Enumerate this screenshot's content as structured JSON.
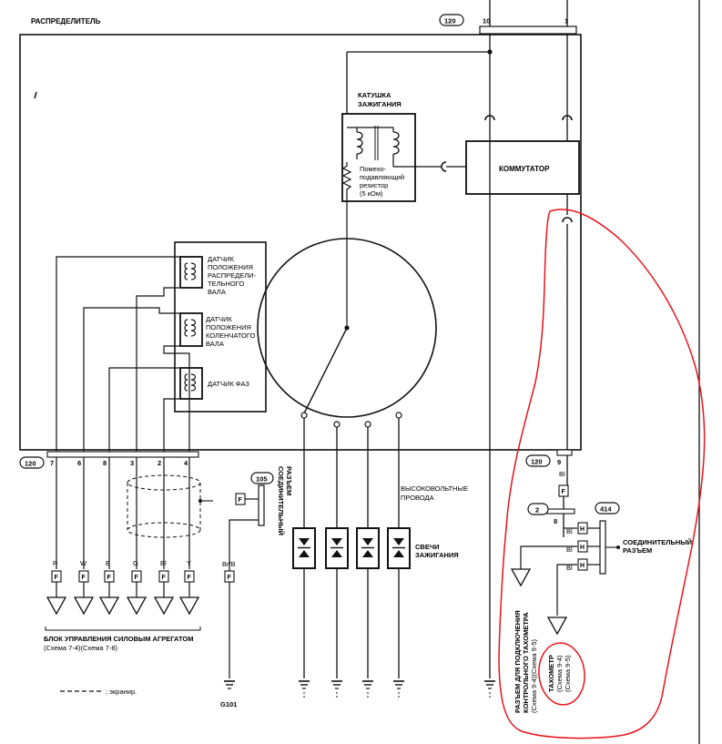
{
  "diagram": {
    "distributor_title": "РАСПРЕДЕЛИТЕЛЬ",
    "ignition_coil": {
      "line1": "КАТУШКА",
      "line2": "ЗАЖИГАНИЯ"
    },
    "resistor": {
      "line1": "Помехо-",
      "line2": "подавляющий",
      "line3": "резистор",
      "line4": "(5 кОм)"
    },
    "commutator": "КОММУТАТОР",
    "camshaft_sensor": {
      "line1": "ДАТЧИК",
      "line2": "ПОЛОЖЕНИЯ",
      "line3": "РАСПРЕДЕЛИ-",
      "line4": "ТЕЛЬНОГО",
      "line5": "ВАЛА"
    },
    "crankshaft_sensor": {
      "line1": "ДАТЧИК",
      "line2": "ПОЛОЖЕНИЯ",
      "line3": "КОЛЕНЧАТОГО",
      "line4": "ВАЛА"
    },
    "phase_sensor": "ДАТЧИК ФАЗ",
    "connector_120_top": {
      "id": "120",
      "pins": [
        "10",
        "1"
      ]
    },
    "connector_120_left": {
      "id": "120",
      "pins": [
        "7",
        "6",
        "8",
        "3",
        "2",
        "4"
      ]
    },
    "connector_120_right": {
      "id": "120",
      "pin": "9"
    },
    "connector_105": "105",
    "connector_2": "2",
    "connector_414": "414",
    "pin_8": "8",
    "joint_connector_label": {
      "line1": "СОЕДИНИТЕЛЬНЫЙ",
      "line2": "РАЗЪЕМ"
    },
    "hv_wires": {
      "line1": "ВЫСОКОВОЛЬТНЫЕ",
      "line2": "ПРОВОДА"
    },
    "spark_plugs": {
      "line1": "СВЕЧИ",
      "line2": "ЗАЖИГАНИЯ"
    },
    "wire_colors_left": [
      "R",
      "W",
      "B",
      "G",
      "Bl",
      "Y"
    ],
    "wire_color_br_b": "Br/B",
    "wire_color_bl": "Bl",
    "f_label": "F",
    "h_label": "H",
    "pcm_block": {
      "line1": "БЛОК УПРАВЛЕНИЯ СИЛОВЫМ АГРЕГАТОМ",
      "line2": "(Схема 7-4)(Схема 7-8)"
    },
    "ground_label": "G101",
    "legend_shield": "; экранир.",
    "tach_connector": {
      "line1": "РАЗЪЕМ ДЛЯ ПОДКЛЮЧЕНИЯ",
      "line2": "КОНТРОЛЬНОГО ТАХОМЕТРА",
      "line3": "(Схема 9-4)(Схема 9-5)"
    },
    "tachometer": {
      "line1": "ТАХОМЕТР",
      "line2": "(Схема 9-4)",
      "line3": "(Схема 9-5)"
    }
  },
  "colors": {
    "line": "#111111",
    "highlight": "#e8141b"
  }
}
